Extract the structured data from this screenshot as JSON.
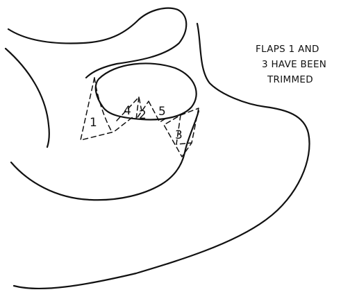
{
  "note": {
    "line1": "FLAPS 1 AND",
    "line2": "3 HAVE BEEN",
    "line3": "TRIMMED"
  },
  "flaps": {
    "f1": "1",
    "f2": "2",
    "f3": "3",
    "f4": "4",
    "f5": "5"
  }
}
